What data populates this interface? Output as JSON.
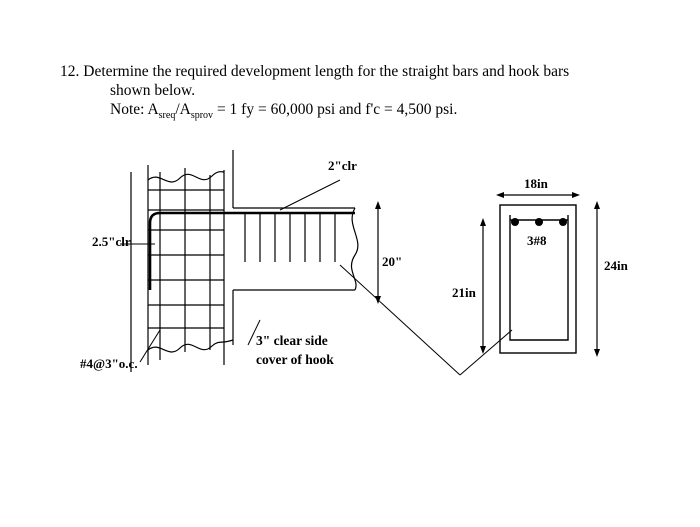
{
  "question": {
    "number": "12.",
    "line1": "Determine the required development length for the straight bars and hook bars",
    "line2": "shown below.",
    "note_prefix": "Note: A",
    "note_sub1": "sreq",
    "note_mid": "/A",
    "note_sub2": "sprov",
    "note_rest": " = 1  fy = 60,000 psi and f'c = 4,500 psi."
  },
  "labels": {
    "top_clear": "2\"clr",
    "left_clear": "2.5\"clr",
    "depth_left": "20\"",
    "stirrups": "#4@3\"o.c.",
    "side_cover_1": "3\" clear side",
    "side_cover_2": "cover of hook",
    "width": "18in",
    "bars": "3#8",
    "height_inner": "21in",
    "height_total": "24in"
  }
}
